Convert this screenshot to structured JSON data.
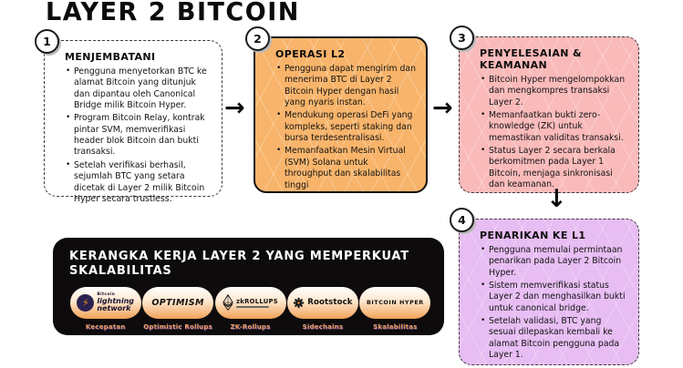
{
  "title": "LAYER 2 BITCOIN",
  "steps": [
    {
      "number": "1",
      "heading": "MENJEMBATANI",
      "bullets": [
        "Pengguna menyetorkan BTC ke alamat Bitcoin yang ditunjuk dan dipantau oleh Canonical Bridge milik Bitcoin Hyper.",
        "Program Bitcoin Relay, kontrak pintar SVM, memverifikasi header blok Bitcoin dan bukti transaksi.",
        "Setelah verifikasi berhasil, sejumlah BTC yang setara dicetak di Layer 2 milik Bitcoin Hyper secara trustless."
      ]
    },
    {
      "number": "2",
      "heading": "OPERASI L2",
      "bullets": [
        "Pengguna dapat mengirim dan menerima BTC di Layer 2 Bitcoin Hyper dengan hasil yang nyaris instan.",
        "Mendukung operasi DeFi yang kompleks, seperti staking dan bursa terdesentralisasi.",
        "Memanfaatkan Mesin Virtual (SVM) Solana untuk throughput dan skalabilitas tinggi"
      ]
    },
    {
      "number": "3",
      "heading": "PENYELESAIAN &\nKEAMANAN",
      "bullets": [
        "Bitcoin Hyper mengelompokkan dan mengkompres transaksi Layer 2.",
        "Memanfaatkan bukti zero-knowledge (ZK) untuk memastikan validitas transaksi.",
        "Status Layer 2 secara berkala berkomitmen pada Layer 1 Bitcoin, menjaga sinkronisasi dan keamanan."
      ]
    },
    {
      "number": "4",
      "heading": "PENARIKAN KE L1",
      "bullets": [
        "Pengguna memulai permintaan penarikan pada Layer 2 Bitcoin Hyper.",
        "Sistem memverifikasi status Layer 2 dan menghasilkan bukti untuk canonical bridge.",
        "Setelah validasi, BTC yang sesuai dilepaskan kembali ke alamat Bitcoin pengguna pada Layer 1."
      ]
    }
  ],
  "arrows": {
    "right": "→",
    "down": "↓"
  },
  "banner": {
    "heading": "KERANGKA KERJA LAYER 2 YANG MEMPERKUAT\nSKALABILITAS",
    "items": [
      {
        "logo_top": "Bitcoin",
        "logo_line1": "lightning",
        "logo_line2": "network",
        "label": "Kecepatan"
      },
      {
        "logo": "OPTIMISM",
        "label": "Optimistic Rollups"
      },
      {
        "logo": "zkROLLUPS",
        "label": "ZK-Rollups"
      },
      {
        "logo": "Rootstock",
        "label": "Sidechains"
      },
      {
        "logo": "BITCOIN HYPER",
        "label": "Skalabilitas"
      }
    ]
  },
  "colors": {
    "box2_bg": "#F8B46A",
    "box3_bg": "#FABABA",
    "box4_bg": "#E7BDF3",
    "banner_bg": "#0E0B0C",
    "accent_orange": "#EF9D5E",
    "lightning_bolt": "#F7931A",
    "lightning_circle": "#2B2150"
  }
}
